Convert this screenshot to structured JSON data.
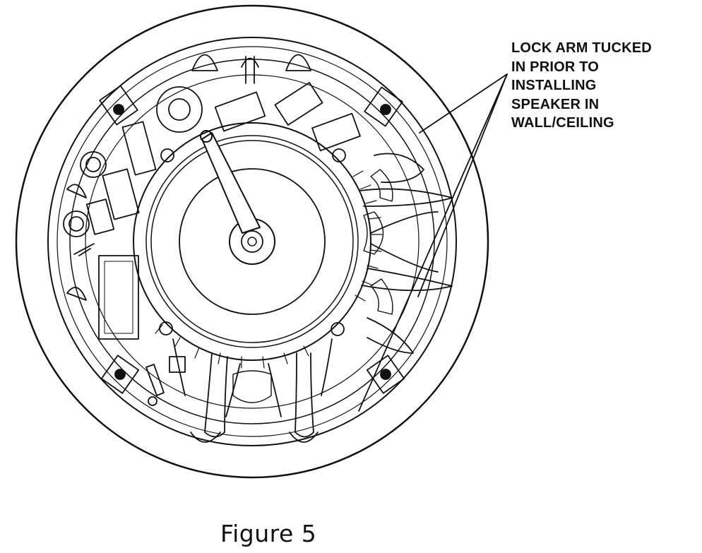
{
  "callout": {
    "lines": [
      "LOCK ARM TUCKED",
      "IN PRIOR TO",
      "INSTALLING",
      "SPEAKER IN",
      "WALL/CEILING"
    ]
  },
  "caption": "Figure 5",
  "colors": {
    "line": "#111111",
    "background": "#ffffff"
  }
}
